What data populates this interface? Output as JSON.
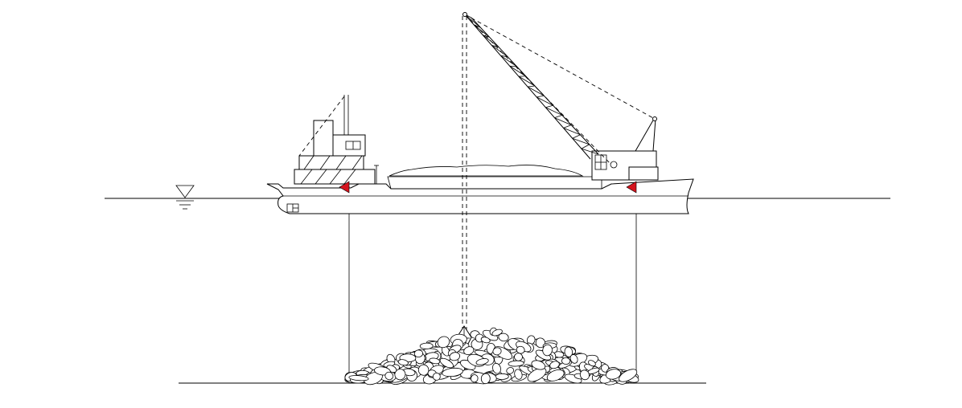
{
  "diagram": {
    "colors": {
      "line": "#000000",
      "background": "#ffffff",
      "anchor_marker": "#d4141e"
    },
    "components": [
      "water-level-symbol",
      "waterline",
      "seabed-line",
      "barge-hull",
      "bridge-superstructure",
      "cargo-stockpile",
      "crawler-crane",
      "crane-boom-lattice",
      "crane-hoist-lines",
      "clamshell-grab",
      "rock-mound",
      "anchor-spud-lines"
    ]
  }
}
